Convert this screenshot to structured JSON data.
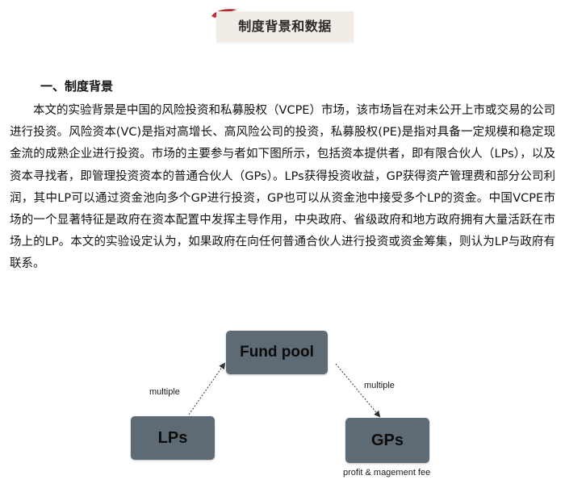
{
  "header": {
    "title": "制度背景和数据",
    "accent_color": "#b3282d",
    "banner_color": "#f1ece6"
  },
  "section": {
    "heading": "一、制度背景",
    "paragraph": "本文的实验背景是中国的风险投资和私募股权（VCPE）市场，该市场旨在对未公开上市或交易的公司进行投资。风险资本(VC)是指对高增长、高风险公司的投资，私募股权(PE)是指对具备一定规模和稳定现金流的成熟企业进行投资。市场的主要参与者如下图所示，包括资本提供者，即有限合伙人（LPs），以及资本寻找者，即管理投资资本的普通合伙人（GPs）。LPs获得投资收益，GP获得资产管理费和部分公司利润，其中LP可以通过资金池向多个GP进行投资，GP也可以从资金池中接受多个LP的资金。中国VCPE市场的一个显著特征是政府在资本配置中发挥主导作用，中央政府、省级政府和地方政府拥有大量活跃在市场上的LP。本文的实验设定认为，如果政府在向任何普通合伙人进行投资或资金筹集，则认为LP与政府有联系。"
  },
  "diagram": {
    "node_color": "#5f6b74",
    "nodes": {
      "fund_pool": "Fund pool",
      "lps": "LPs",
      "gps": "GPs"
    },
    "edges": {
      "lps_to_fund": "multiple",
      "fund_to_gps": "multiple",
      "gps_bottom": "profit & magement fee"
    }
  }
}
